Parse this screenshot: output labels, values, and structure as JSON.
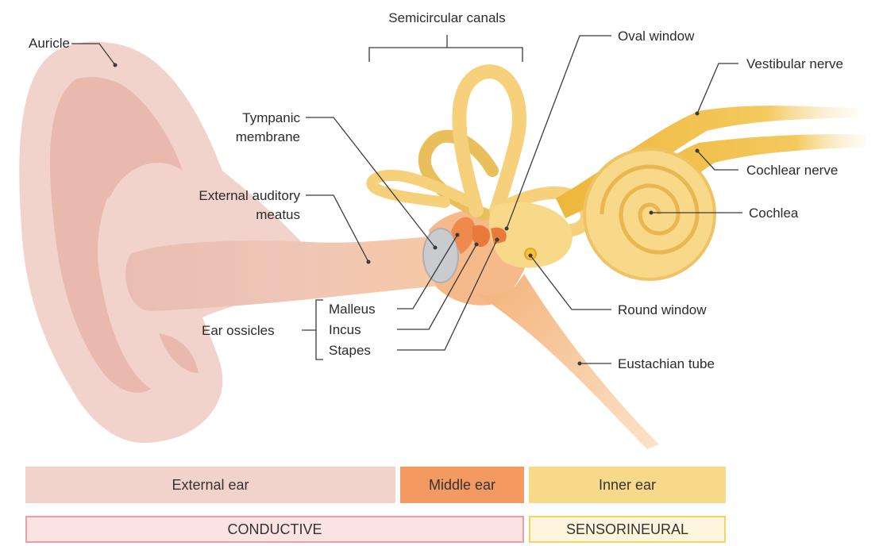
{
  "labels": {
    "auricle": "Auricle",
    "semicircular_canals": "Semicircular canals",
    "oval_window": "Oval window",
    "vestibular_nerve": "Vestibular nerve",
    "tympanic_line1": "Tympanic",
    "tympanic_line2": "membrane",
    "cochlear_nerve": "Cochlear nerve",
    "external_meatus_line1": "External auditory",
    "external_meatus_line2": "meatus",
    "cochlea": "Cochlea",
    "malleus": "Malleus",
    "incus": "Incus",
    "stapes": "Stapes",
    "ear_ossicles": "Ear ossicles",
    "round_window": "Round window",
    "eustachian_tube": "Eustachian tube"
  },
  "regions": {
    "external_ear": "External ear",
    "middle_ear": "Middle ear",
    "inner_ear": "Inner ear"
  },
  "hearing_loss_types": {
    "conductive": "CONDUCTIVE",
    "sensorineural": "SENSORINEURAL"
  },
  "colors": {
    "external": "#f2d3cb",
    "middle": "#f29a62",
    "inner": "#f8d98a",
    "conductive_bg": "#fbe3e1",
    "conductive_border": "#e8a0a4",
    "sensorineural_bg": "#fdf6dc",
    "sensorineural_border": "#f0d468"
  }
}
